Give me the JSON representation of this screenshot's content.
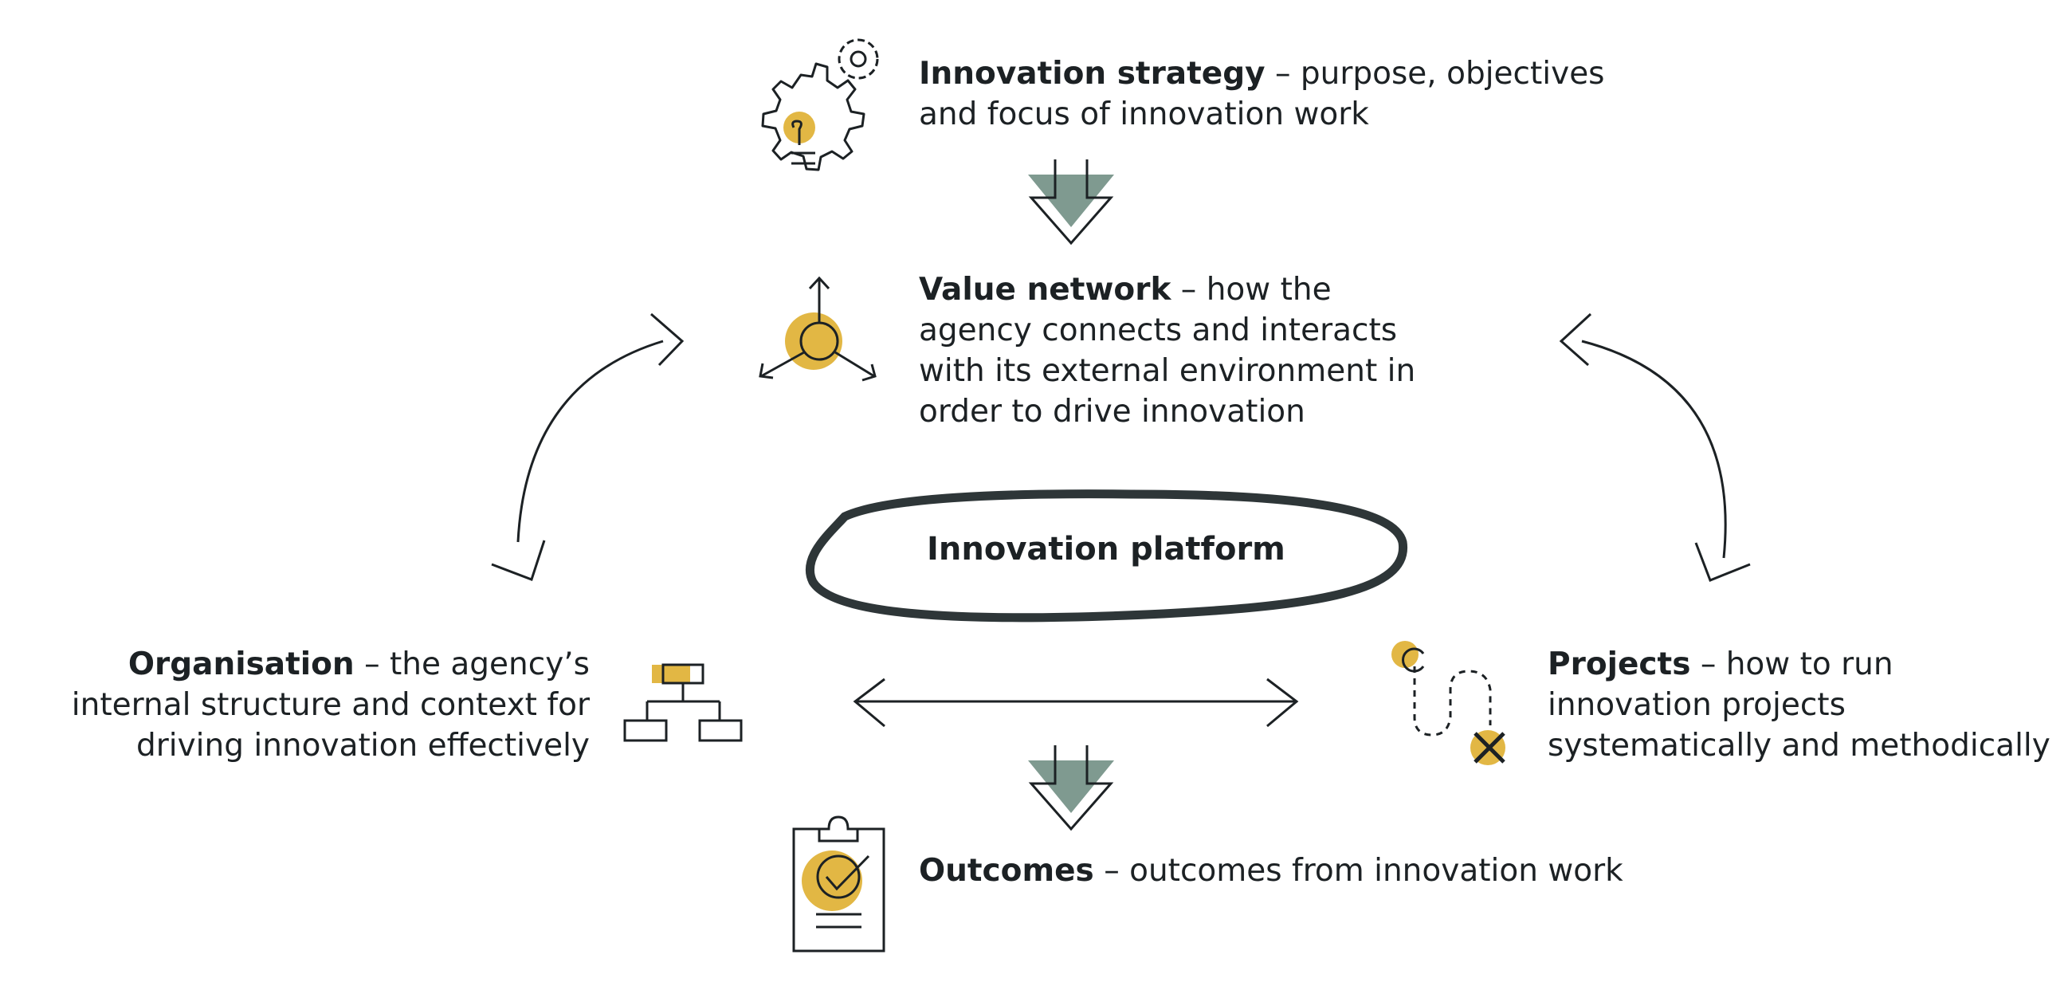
{
  "colors": {
    "accent": "#e2b744",
    "arrow_fill": "#7f9a90",
    "stroke": "#1c2124"
  },
  "strategy": {
    "title": "Innovation strategy",
    "desc": "– purpose, objectives and focus of innovation work",
    "icon": "gear-lightbulb-icon"
  },
  "value_network": {
    "title": "Value network",
    "desc": "– how the agency connects and interacts with its external environment in order to drive innovation",
    "icon": "network-hub-icon"
  },
  "platform": {
    "label": "Innovation platform"
  },
  "organisation": {
    "title": "Organisation",
    "desc": "– the agency’s internal structure and context for driving innovation effectively",
    "icon": "org-chart-icon"
  },
  "projects": {
    "title": "Projects",
    "desc": "– how to run innovation projects systematically and methodically",
    "icon": "treasure-path-icon"
  },
  "outcomes": {
    "title": "Outcomes",
    "desc": "– outcomes from innovation work",
    "icon": "clipboard-check-icon"
  }
}
